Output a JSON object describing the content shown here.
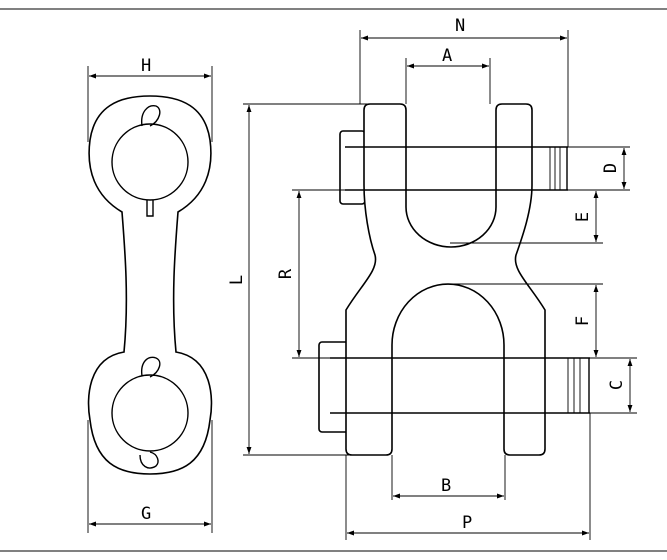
{
  "labels": {
    "H": "H",
    "G": "G",
    "N": "N",
    "A": "A",
    "B": "B",
    "P": "P",
    "L": "L",
    "R": "R",
    "D": "D",
    "E": "E",
    "F": "F",
    "C": "C"
  }
}
